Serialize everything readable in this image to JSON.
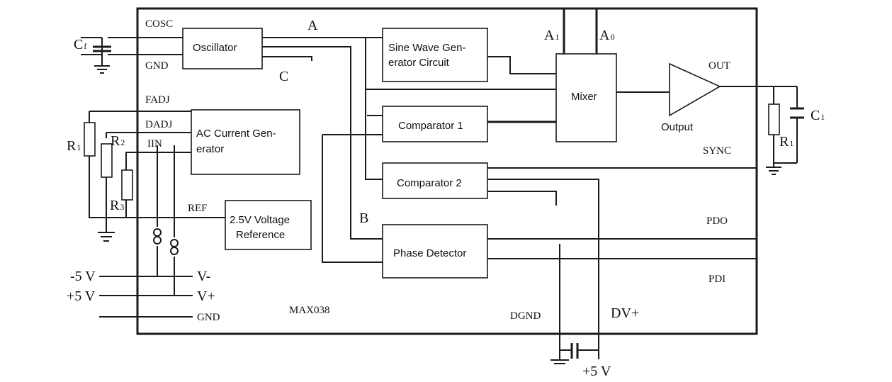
{
  "chip": {
    "name": "MAX038"
  },
  "blocks": {
    "oscillator": "Oscillator",
    "sine_line1": "Sine Wave Gen-",
    "sine_line2": "erator Circuit",
    "comparator1": "Comparator 1",
    "comparator2": "Comparator 2",
    "mixer": "Mixer",
    "ac_line1": "AC Current Gen-",
    "ac_line2": "erator",
    "ref_line1": "2.5V Voltage",
    "ref_line2": "Reference",
    "phase": "Phase Detector",
    "output": "Output"
  },
  "pins": {
    "cosc": "COSC",
    "gnd_top": "GND",
    "fadj": "FADJ",
    "dadj": "DADJ",
    "iin": "IIN",
    "ref": "REF",
    "vminus": "V-",
    "vplus": "V+",
    "gnd_bottom": "GND",
    "out": "OUT",
    "sync": "SYNC",
    "pdo": "PDO",
    "pdi": "PDI",
    "dgnd": "DGND",
    "dvplus": "DV+"
  },
  "nodes": {
    "a": "A",
    "b": "B",
    "c": "C"
  },
  "select": {
    "a1_main": "A",
    "a1_sub": "1",
    "a0_main": "A",
    "a0_sub": "0"
  },
  "components": {
    "cf_main": "C",
    "cf_sub": "f",
    "c1_main": "C",
    "c1_sub": "1",
    "r1_main": "R",
    "r1_sub": "1",
    "r2_main": "R",
    "r2_sub": "2",
    "r3_main": "R",
    "r3_sub": "3",
    "rl_main": "R",
    "rl_sub": "1"
  },
  "supplies": {
    "neg5": "-5 V",
    "pos5": "+5 V",
    "pos5_dv": "+5 V"
  }
}
